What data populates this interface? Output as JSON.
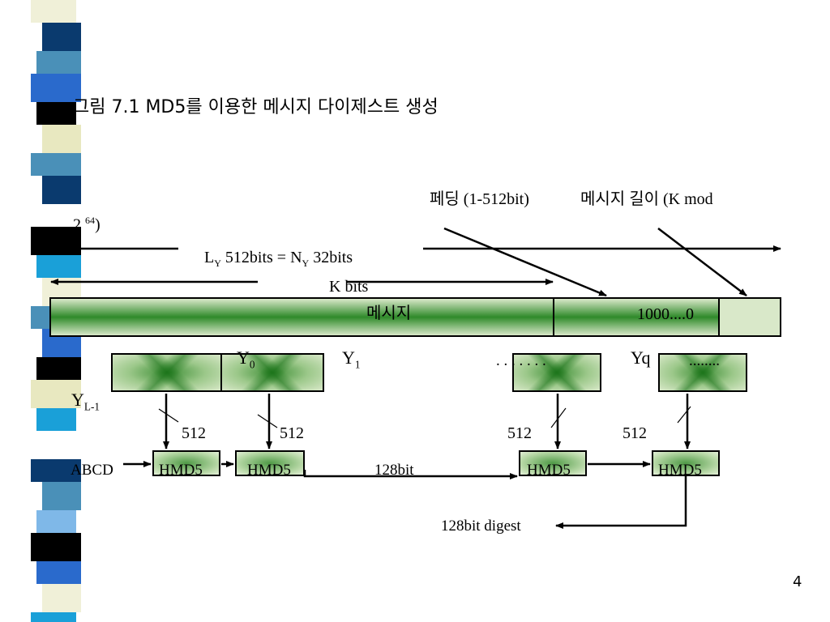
{
  "slide": {
    "title": "그림 7.1 MD5를 이용한 메시지 다이제스트 생성",
    "page_number": "4"
  },
  "colors": {
    "green_dark": "#1a7a1a",
    "green_light": "#d8e8c8",
    "stripes": [
      "#000000",
      "#4a90b8",
      "#0a3a6e",
      "#2a6acc",
      "#e8e8c0",
      "#1aa0d8",
      "#ffffff",
      "#7fb8e8",
      "#f0f0d8"
    ]
  },
  "labels": {
    "padding": "페딩 (1-512bit)",
    "length": "메시지 길이 (K mod",
    "length_cont_base": "2 ",
    "length_cont_exp": "64",
    "length_cont_close": ")",
    "ly_main": "L",
    "ly_sub": "Y",
    "ly_rest": " 512bits = N",
    "ny_sub": "Y",
    "ny_rest": " 32bits",
    "kbits": "K bits",
    "message": "메시지",
    "pad_value": "1000....0",
    "y0": "Y",
    "y0_sub": "0",
    "y1": "Y",
    "y1_sub": "1",
    "dots": ". . . . . . .",
    "yq": "Yq",
    "dots2": "........",
    "yl1": "Y",
    "yl1_sub": "L-1",
    "n512_1": "512",
    "n512_2": "512",
    "n512_3": "512",
    "n512_4": "512",
    "abcd": "ABCD",
    "hmd5_1": "HMD5",
    "hmd5_2": "HMD5",
    "hmd5_3": "HMD5",
    "hmd5_4": "HMD5",
    "bit128": "128bit",
    "digest": "128bit digest"
  }
}
